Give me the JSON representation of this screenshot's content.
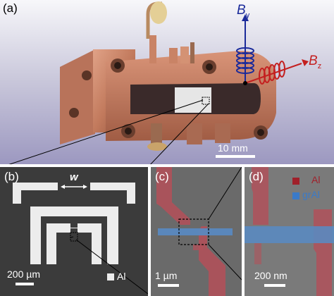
{
  "panels": {
    "a": {
      "label": "(a)",
      "field_y": "y",
      "field_z": "z",
      "field_symbol": "B",
      "scale": "10 mm"
    },
    "b": {
      "label": "(b)",
      "width_symbol": "w",
      "scale": "200 µm",
      "legend": "Al"
    },
    "c": {
      "label": "(c)",
      "scale": "1 µm"
    },
    "d": {
      "label": "(d)",
      "legend_al": "Al",
      "legend_gral": "grAl",
      "scale": "200 nm"
    }
  },
  "colors": {
    "field_y": "#1a2a9a",
    "field_z": "#c42020",
    "al": "#b0303a",
    "gral": "#3a7ac8",
    "copper": "#c98366"
  }
}
